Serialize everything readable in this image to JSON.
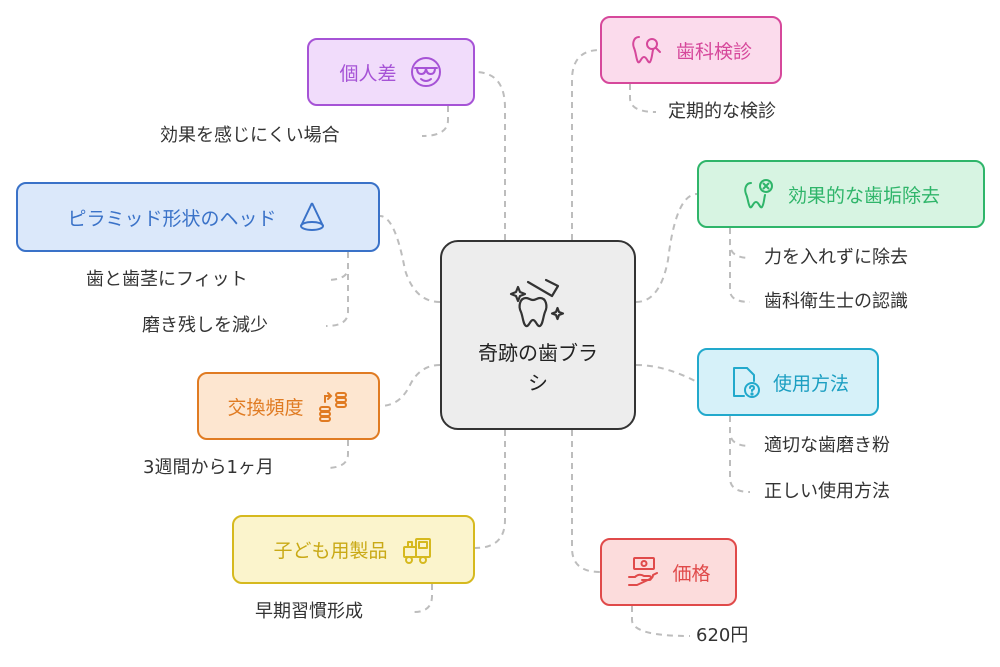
{
  "center": {
    "title": "奇跡の歯ブラシ",
    "icon": "tooth-sparkle-icon"
  },
  "branches": {
    "individual": {
      "title": "個人差",
      "icon": "sunglasses-face-icon",
      "color": "#a653d6",
      "fill": "#f1dcfb",
      "leaves": [
        "効果を感じにくい場合"
      ]
    },
    "pyramid": {
      "title": "ピラミッド形状のヘッド",
      "icon": "cone-icon",
      "color": "#3a72c8",
      "fill": "#dbe8fa",
      "leaves": [
        "歯と歯茎にフィット",
        "磨き残しを減少"
      ]
    },
    "frequency": {
      "title": "交換頻度",
      "icon": "coin-swap-icon",
      "color": "#e07b22",
      "fill": "#fde6d0",
      "leaves": [
        "3週間から1ヶ月"
      ]
    },
    "kids": {
      "title": "子ども用製品",
      "icon": "toy-train-icon",
      "color": "#d6b91e",
      "fill": "#fbf4cc",
      "leaves": [
        "早期習慣形成"
      ]
    },
    "dental": {
      "title": "歯科検診",
      "icon": "tooth-search-icon",
      "color": "#d6489b",
      "fill": "#fbdbec",
      "leaves": [
        "定期的な検診"
      ]
    },
    "plaque": {
      "title": "効果的な歯垢除去",
      "icon": "tooth-cross-icon",
      "color": "#2fb56a",
      "fill": "#d7f4e2",
      "leaves": [
        "力を入れずに除去",
        "歯科衛生士の認識"
      ]
    },
    "usage": {
      "title": "使用方法",
      "icon": "document-question-icon",
      "color": "#22a9cc",
      "fill": "#d6f1f9",
      "leaves": [
        "適切な歯磨き粉",
        "正しい使用方法"
      ]
    },
    "price": {
      "title": "価格",
      "icon": "money-hand-icon",
      "color": "#e04a4a",
      "fill": "#fcdcdc",
      "leaves": [
        "620円"
      ]
    }
  }
}
